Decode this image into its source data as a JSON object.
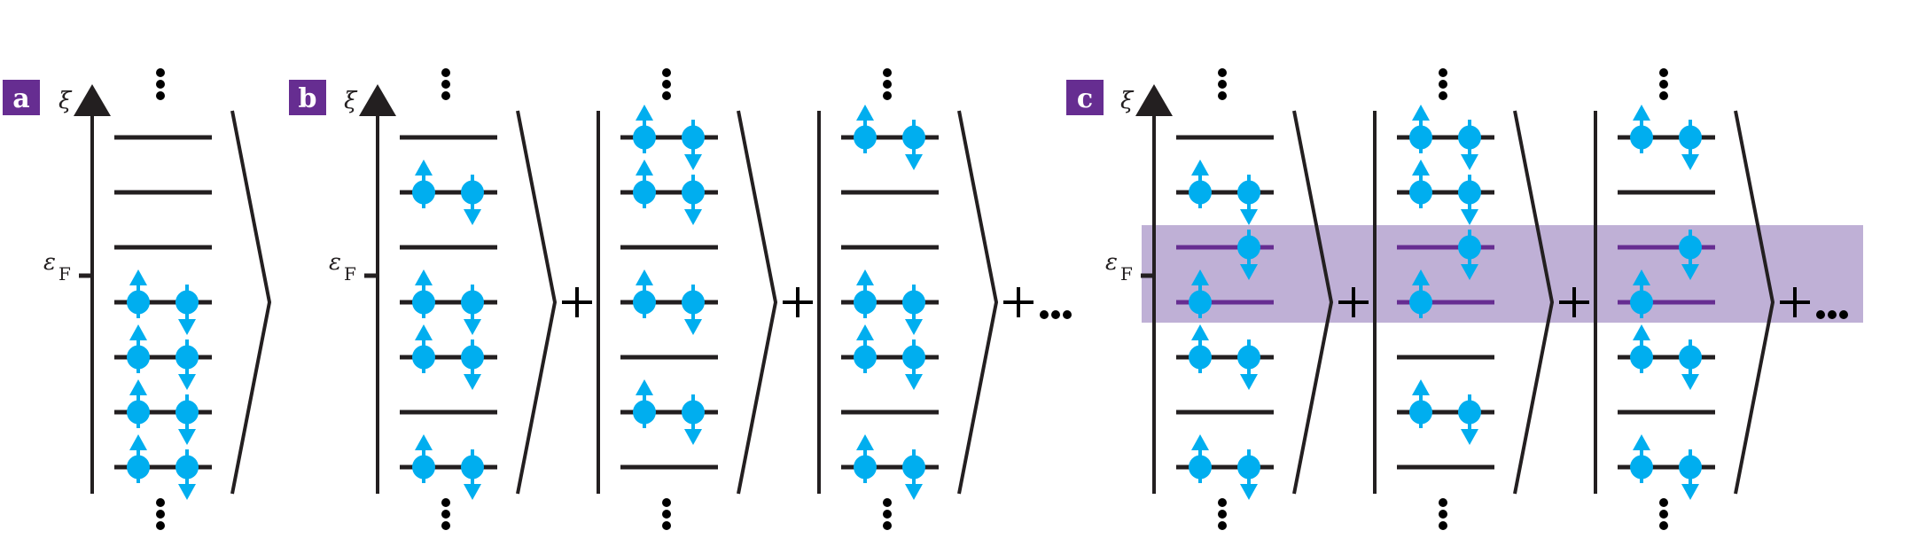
{
  "figure": {
    "colors": {
      "label_bg": "#662d91",
      "band": "#bfb0d6",
      "band_level": "#662d91",
      "level": "#231f20",
      "electron": "#00aeef",
      "ink": "#231f20"
    },
    "axis": {
      "symbol": "ξ",
      "fermi_symbol": "ε",
      "fermi_subscript": "F"
    },
    "panels": [
      {
        "label": "a",
        "terms": [
          {
            "levels": [
              "both",
              "both",
              "both",
              "both",
              "empty",
              "empty",
              "empty"
            ]
          }
        ],
        "ellipsis_after": false,
        "plus_between": false,
        "highlight_band": false
      },
      {
        "label": "b",
        "terms": [
          {
            "levels": [
              "both",
              "empty",
              "both",
              "both",
              "empty",
              "both",
              "empty"
            ]
          },
          {
            "levels": [
              "empty",
              "both",
              "empty",
              "both",
              "empty",
              "both",
              "both"
            ]
          },
          {
            "levels": [
              "both",
              "empty",
              "both",
              "both",
              "empty",
              "empty",
              "both"
            ]
          }
        ],
        "ellipsis_after": true,
        "plus_between": true,
        "highlight_band": false
      },
      {
        "label": "c",
        "terms": [
          {
            "levels": [
              "both",
              "empty",
              "both",
              "up",
              "down",
              "both",
              "empty"
            ]
          },
          {
            "levels": [
              "empty",
              "both",
              "empty",
              "up",
              "down",
              "both",
              "both"
            ]
          },
          {
            "levels": [
              "both",
              "empty",
              "both",
              "up",
              "down",
              "empty",
              "both"
            ]
          }
        ],
        "ellipsis_after": true,
        "plus_between": true,
        "highlight_band": true,
        "highlight_levels": [
          3,
          4
        ]
      }
    ],
    "plus_sign": "+",
    "trailing_ellipsis": "…",
    "vertical_ellipsis": "⋮"
  }
}
